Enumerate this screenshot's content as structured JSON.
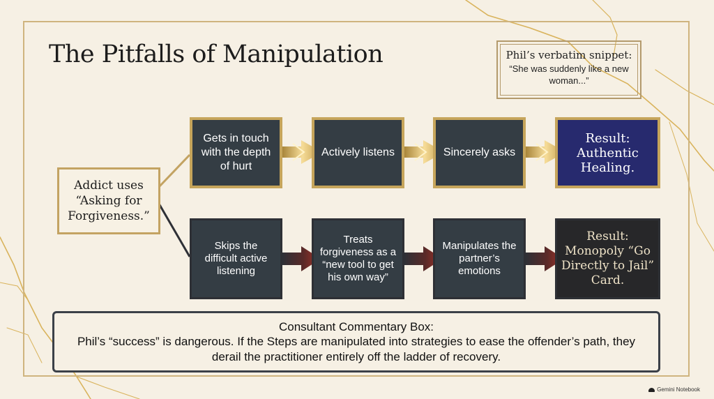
{
  "title": "The Pitfalls of Manipulation",
  "snippet": {
    "title": "Phil’s verbatim snippet:",
    "quote": "“She was suddenly like a new woman...”"
  },
  "source": {
    "label": "Addict uses “Asking for Forgiveness.”"
  },
  "top_path": {
    "steps": [
      "Gets in touch with the depth of hurt",
      "Actively listens",
      "Sincerely asks"
    ],
    "result": "Result: Authentic Healing."
  },
  "bottom_path": {
    "steps": [
      "Skips the difficult active listening",
      "Treats forgiveness as a “new tool to get his own way”",
      "Manipulates the partner’s emotions"
    ],
    "result": "Result: Monopoly “Go Directly to Jail” Card."
  },
  "commentary": {
    "title": "Consultant Commentary Box:",
    "body": "Phil’s “success” is dangerous. If the Steps are manipulated into strategies to ease the offender’s path, they derail the practitioner entirely off the ladder of recovery."
  },
  "brand": "Gemini Notebook",
  "colors": {
    "background": "#f6f0e4",
    "gold": "#c6a55b",
    "top_box": "#343d44",
    "top_result": "#272a6e",
    "bottom_result": "#272729",
    "red_arrow": "#8c2a22"
  }
}
